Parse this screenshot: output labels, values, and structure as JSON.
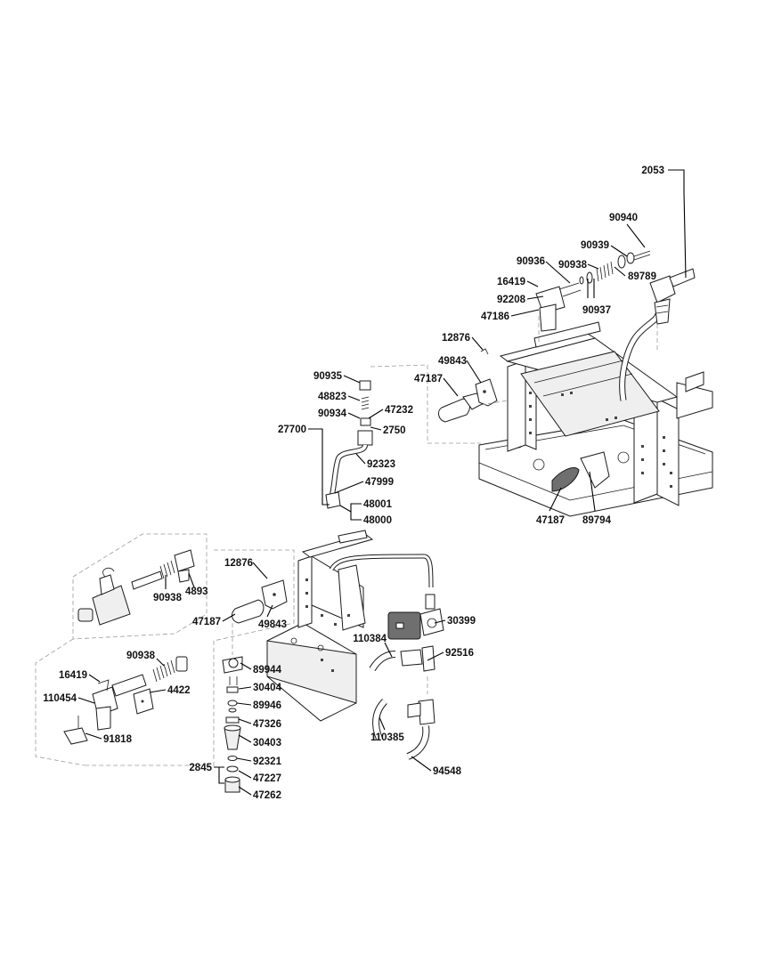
{
  "part_numbers": {
    "p2053": "2053",
    "p90940": "90940",
    "p90939": "90939",
    "p90936": "90936",
    "p90938a": "90938",
    "p89789": "89789",
    "p16419a": "16419",
    "p92208": "92208",
    "p90937": "90937",
    "p47186": "47186",
    "p12876a": "12876",
    "p49843a": "49843",
    "p47187a": "47187",
    "p90935": "90935",
    "p48823": "48823",
    "p90934": "90934",
    "p47232": "47232",
    "p27700": "27700",
    "p2750": "2750",
    "p92323": "92323",
    "p47999": "47999",
    "p48001": "48001",
    "p48000": "48000",
    "p47187b": "47187",
    "p89794": "89794",
    "p90938b": "90938",
    "p4893": "4893",
    "p12876b": "12876",
    "p47187c": "47187",
    "p49843b": "49843",
    "p30399": "30399",
    "p110384": "110384",
    "p92516": "92516",
    "p90938c": "90938",
    "p16419b": "16419",
    "p110454": "110454",
    "p4422": "4422",
    "p91818": "91818",
    "p89944": "89944",
    "p30404": "30404",
    "p89946": "89946",
    "p47326": "47326",
    "p30403": "30403",
    "p92321": "92321",
    "p2845": "2845",
    "p47227": "47227",
    "p47262": "47262",
    "p110385": "110385",
    "p94548": "94548"
  }
}
